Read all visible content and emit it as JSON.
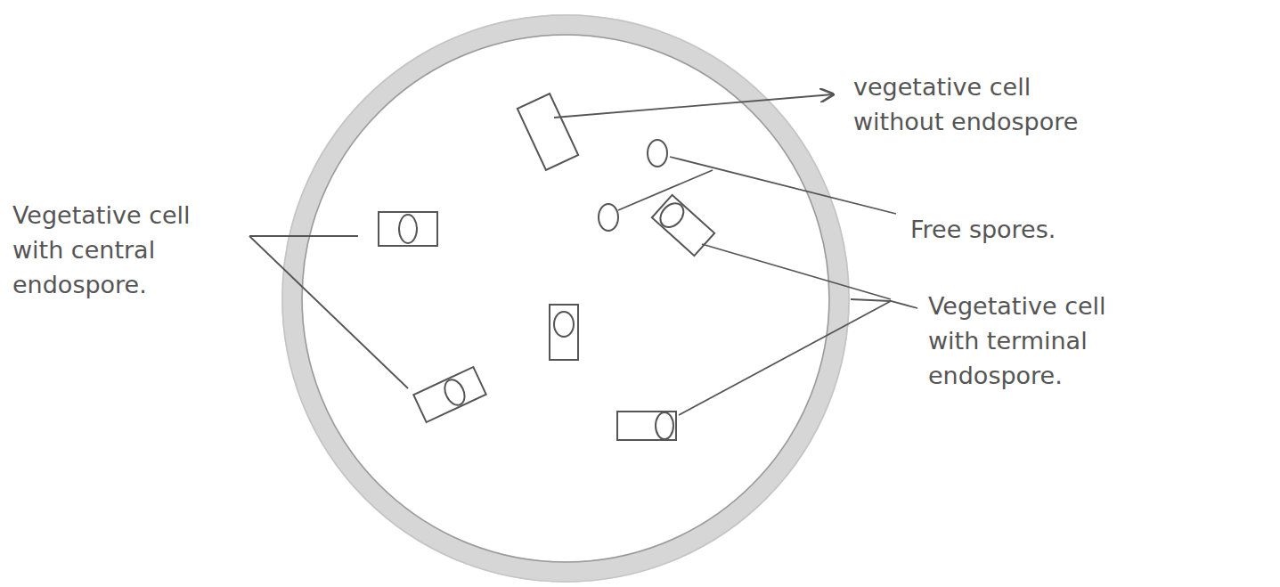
{
  "diagram": {
    "labels": [
      "vegetative cell without endospore",
      "Free spores.",
      "Vegetative cell with terminal endospore.",
      "Vegetative cell with central endospore."
    ]
  }
}
